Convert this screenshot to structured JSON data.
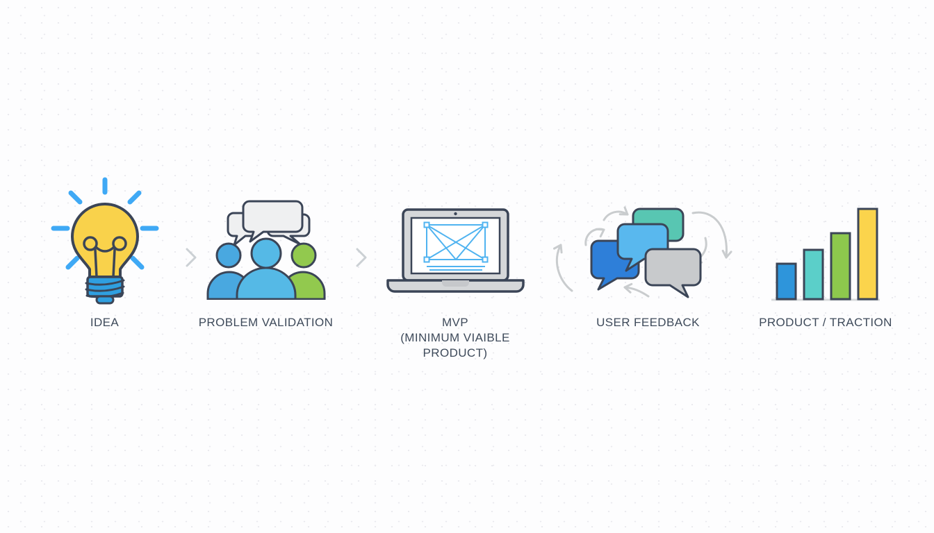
{
  "page": {
    "title": "Startup process diagram",
    "background_color": "#fdfdfe",
    "dot_pattern_color": "#e9e9ee"
  },
  "palette": {
    "outline": "#3b4557",
    "label_text": "#3e4a5a",
    "ray_blue": "#3fa9f5",
    "bulb_yellow": "#f9d24b",
    "screw_blue": "#2f9fe0",
    "bubble_gray": "#eff0f1",
    "person_blue": "#49a8e0",
    "person_light_blue": "#55b9e6",
    "person_green": "#92c94e",
    "laptop_gray": "#d5d7d9",
    "wireframe_blue": "#4fb3f0",
    "chat_dark_blue": "#2e7fd9",
    "chat_light_blue": "#59b8ee",
    "chat_teal": "#58c6b2",
    "chat_gray": "#c8cacc",
    "arrow_gray": "#c9ccce",
    "chevron_gray": "#cbd0d4",
    "bar_blue": "#2e95db",
    "bar_teal": "#5bcfc9",
    "bar_green": "#8dc84d",
    "bar_yellow": "#fbd44c"
  },
  "diagram": {
    "stages": [
      {
        "id": "idea",
        "label": "IDEA",
        "icon": "lightbulb-icon"
      },
      {
        "id": "problem-validation",
        "label": "PROBLEM VALIDATION",
        "icon": "people-discussion-icon"
      },
      {
        "id": "mvp",
        "label": "MVP\n(MINIMUM VIAIBLE\nPRODUCT)",
        "icon": "laptop-wireframe-icon"
      },
      {
        "id": "user-feedback",
        "label": "USER FEEDBACK",
        "icon": "chat-bubbles-cycle-icon"
      },
      {
        "id": "product-traction",
        "label": "PRODUCT / TRACTION",
        "icon": "growth-bar-chart-icon",
        "bar_values_relative": [
          0.39,
          0.55,
          0.73,
          1.0
        ],
        "bar_colors": [
          "#2e95db",
          "#5bcfc9",
          "#8dc84d",
          "#fbd44c"
        ]
      }
    ],
    "separator_glyph": "chevron-right",
    "separator_count": 2
  }
}
